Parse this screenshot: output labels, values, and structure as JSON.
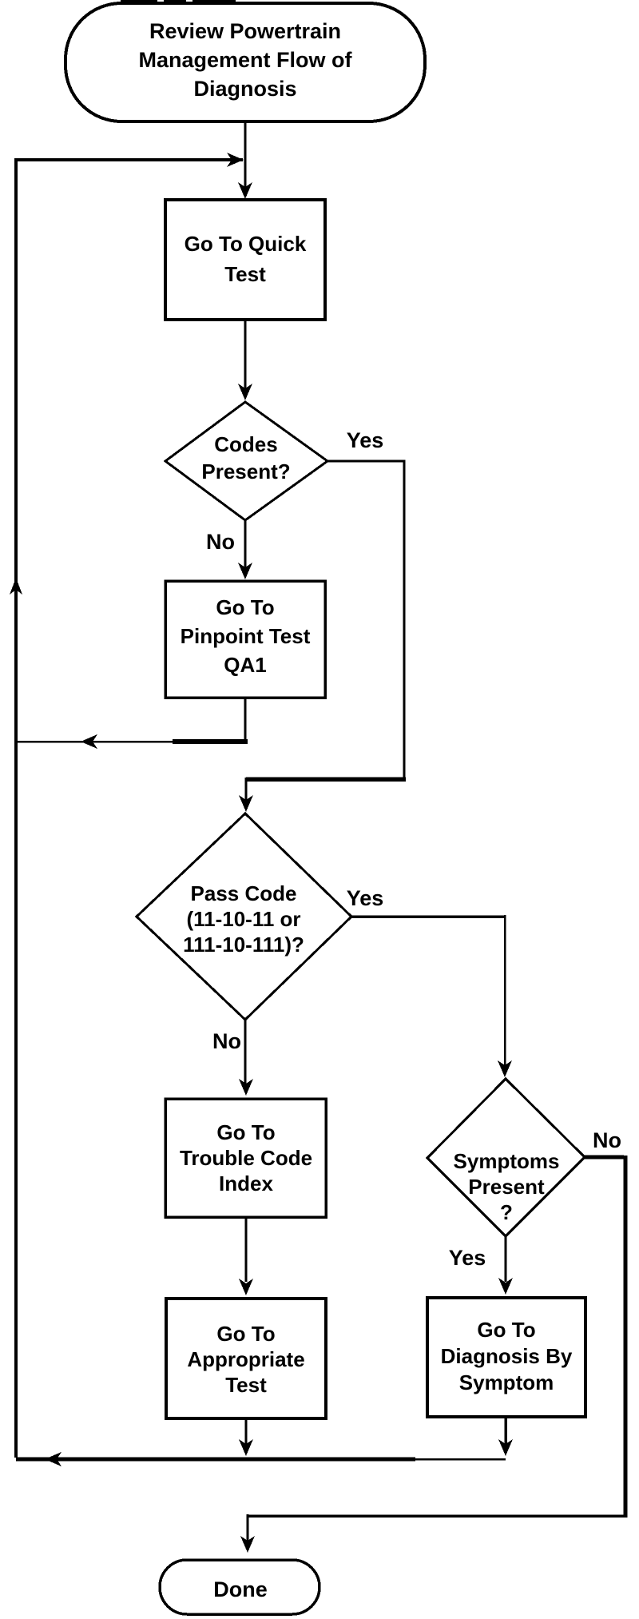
{
  "diagram": {
    "type": "flowchart",
    "colors": {
      "ink": "#000000",
      "paper": "#ffffff"
    },
    "nodes": {
      "start": {
        "shape": "terminator",
        "line1": "Review Powertrain",
        "line2": "Management Flow of",
        "line3": "Diagnosis"
      },
      "quick_test": {
        "shape": "process",
        "line1": "Go To Quick",
        "line2": "Test"
      },
      "codes_present": {
        "shape": "decision",
        "line1": "Codes",
        "line2": "Present?"
      },
      "pinpoint_test": {
        "shape": "process",
        "line1": "Go To",
        "line2": "Pinpoint Test",
        "line3": "QA1"
      },
      "pass_code": {
        "shape": "decision",
        "line1": "Pass Code",
        "line2": "(11-10-11 or",
        "line3": "111-10-111)?"
      },
      "trouble_code_index": {
        "shape": "process",
        "line1": "Go To",
        "line2": "Trouble Code",
        "line3": "Index"
      },
      "appropriate_test": {
        "shape": "process",
        "line1": "Go To",
        "line2": "Appropriate",
        "line3": "Test"
      },
      "symptoms_present": {
        "shape": "decision",
        "line1": "Symptoms",
        "line2": "Present",
        "line3": "?"
      },
      "diagnosis_by_symptom": {
        "shape": "process",
        "line1": "Go To",
        "line2": "Diagnosis By",
        "line3": "Symptom"
      },
      "done": {
        "shape": "terminator",
        "line1": "Done"
      }
    },
    "labels": {
      "codes_yes": "Yes",
      "codes_no": "No",
      "pass_yes": "Yes",
      "pass_no": "No",
      "symptoms_no": "No",
      "symptoms_yes": "Yes"
    }
  }
}
